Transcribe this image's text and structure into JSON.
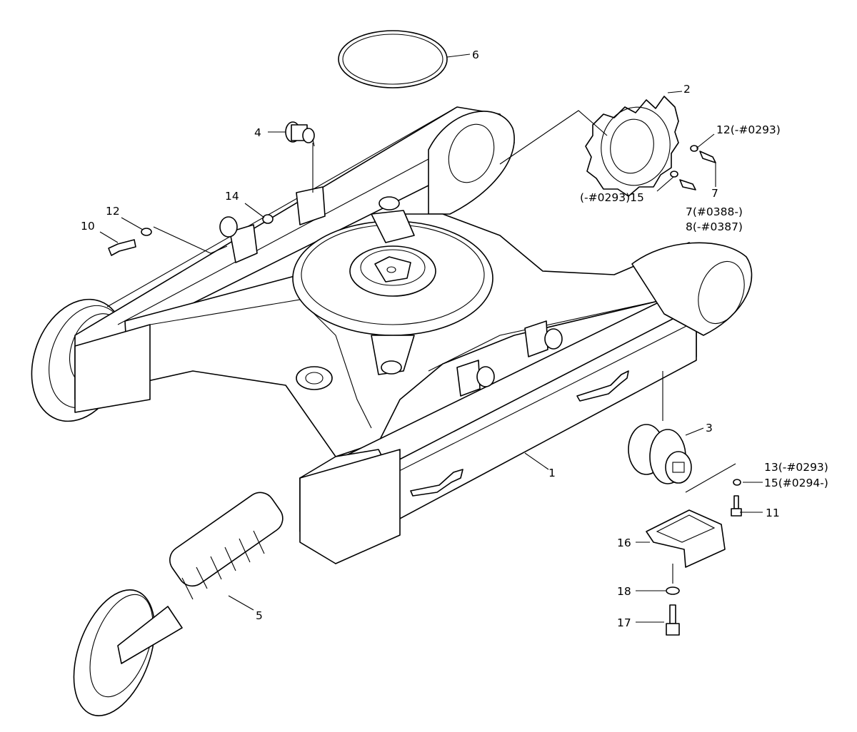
{
  "labels": {
    "p1": "1",
    "p2": "2",
    "p3": "3",
    "p4": "4",
    "p5": "5",
    "p6": "6",
    "p7a": "7",
    "p7b": "7(#0388-)",
    "p8": "8(-#0387)",
    "p10": "10",
    "p11": "11",
    "p12a": "12(-#0293)",
    "p12b": "12",
    "p13": "13(-#0293)",
    "p14": "14",
    "p15a": "(-#0293)15",
    "p15b": "15(#0294-)",
    "p16": "16",
    "p17": "17",
    "p18": "18"
  }
}
